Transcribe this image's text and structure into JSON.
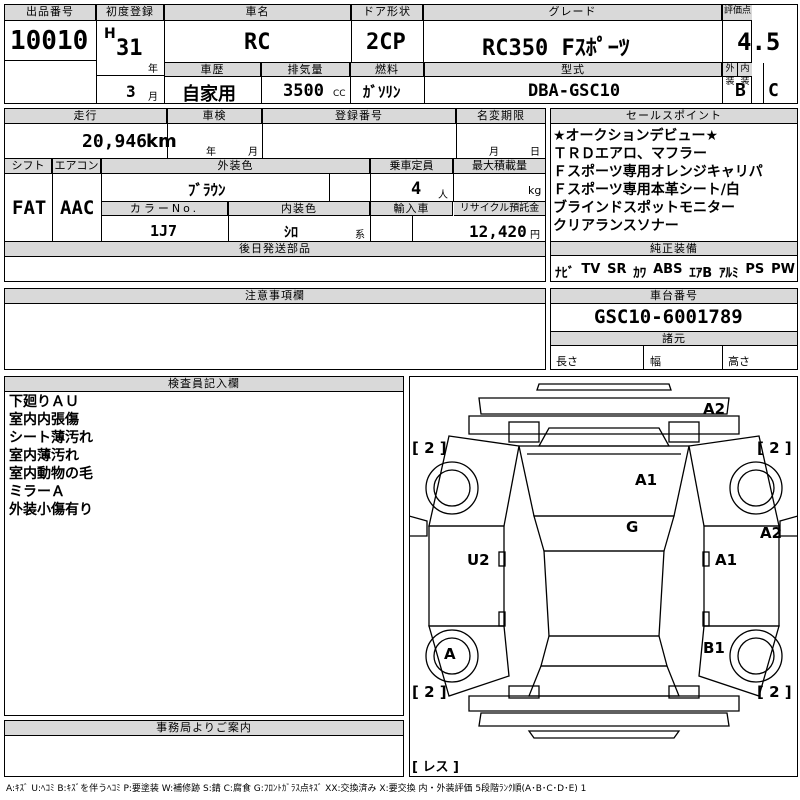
{
  "header": {
    "lot_label": "出品番号",
    "lot": "10010",
    "reg_label": "初度登録",
    "era": "H",
    "year": "31",
    "year_unit": "年",
    "month": "3",
    "month_unit": "月",
    "car_label": "車名",
    "car": "RC",
    "door_label": "ドア形状",
    "door": "2CP",
    "grade_label": "グレード",
    "grade": "RC350 Fｽﾎﾟｰﾂ",
    "score_label": "評価点",
    "score": "4.5",
    "history_label": "車歴",
    "history": "自家用",
    "disp_label": "排気量",
    "disp": "3500",
    "disp_unit": "CC",
    "fuel_label": "燃料",
    "fuel": "ｶﾞｿﾘﾝ",
    "model_label": "型式",
    "model": "DBA-GSC10",
    "ext_label": "外装",
    "ext": "B",
    "int_label": "内装",
    "int": "C"
  },
  "row2": {
    "mileage_label": "走行",
    "mileage": "20,946",
    "mileage_unit": "km",
    "inspection_label": "車検",
    "insp_year": "年",
    "insp_month": "月",
    "regno_label": "登録番号",
    "deadline_label": "名変期限",
    "dl_month": "月",
    "dl_day": "日",
    "shift_label": "シフト",
    "shift": "FAT",
    "ac_label": "エアコン",
    "ac": "AAC",
    "color_label": "外装色",
    "color": "ﾌﾞﾗｳﾝ",
    "seats_label": "乗車定員",
    "seats": "4",
    "seats_unit": "人",
    "load_label": "最大積載量",
    "load_unit": "kg",
    "colorno_label": "カラーNo.",
    "colorno": "1J7",
    "intcolor_label": "内装色",
    "intcolor": "ｼﾛ",
    "intcolor_unit": "系",
    "import_label": "輸入車",
    "recycle_label": "リサイクル預託金",
    "recycle": "12,420",
    "recycle_unit": "円",
    "later_label": "後日発送部品"
  },
  "sales": {
    "label": "セールスポイント",
    "points": [
      "★オークションデビュー★",
      "ＴＲＤエアロ、マフラー",
      "Ｆスポーツ専用オレンジキャリパ",
      "Ｆスポーツ専用本革シート/白",
      "ブラインドスポットモニター",
      "クリアランスソナー"
    ]
  },
  "equipment": {
    "label": "純正装備",
    "items": [
      "ﾅﾋﾞ",
      "TV",
      "SR",
      "ｶﾜ",
      "ABS",
      "ｴｱB",
      "ｱﾙﾐ",
      "PS",
      "PW"
    ]
  },
  "notice_label": "注意事項欄",
  "chassis": {
    "label": "車台番号",
    "value": "GSC10-6001789"
  },
  "dims": {
    "label": "諸元",
    "length": "長さ",
    "width": "幅",
    "height": "高さ"
  },
  "inspector": {
    "label": "検査員記入欄",
    "lines": [
      "下廻りＡＵ",
      "室内内張傷",
      "シート薄汚れ",
      "室内薄汚れ",
      "室内動物の毛",
      "ミラーＡ",
      "外装小傷有り"
    ]
  },
  "marks": {
    "a2_top": "A2",
    "a1_hood": "A1",
    "g": "G",
    "u2": "U2",
    "a1_side": "A1",
    "a2_side": "A2",
    "a_wheel": "A",
    "b1": "B1",
    "tl": "[ 2 ]",
    "tr": "[ 2 ]",
    "bl": "[ 2 ]",
    "br": "[ 2 ]",
    "less": "[ レス ]"
  },
  "office_label": "事務局よりご案内",
  "legend": "A:ｷｽﾞ U:ﾍｺﾐ B:ｷｽﾞを伴うﾍｺﾐ P:要塗装 W:補修跡 S:錆 C:腐食 G:ﾌﾛﾝﾄｶﾞﾗｽ点ｷｽﾞ XX:交換済み X:要交換 内・外装評価 5段階ﾗﾝｸ順(A･B･C･D･E) 1"
}
